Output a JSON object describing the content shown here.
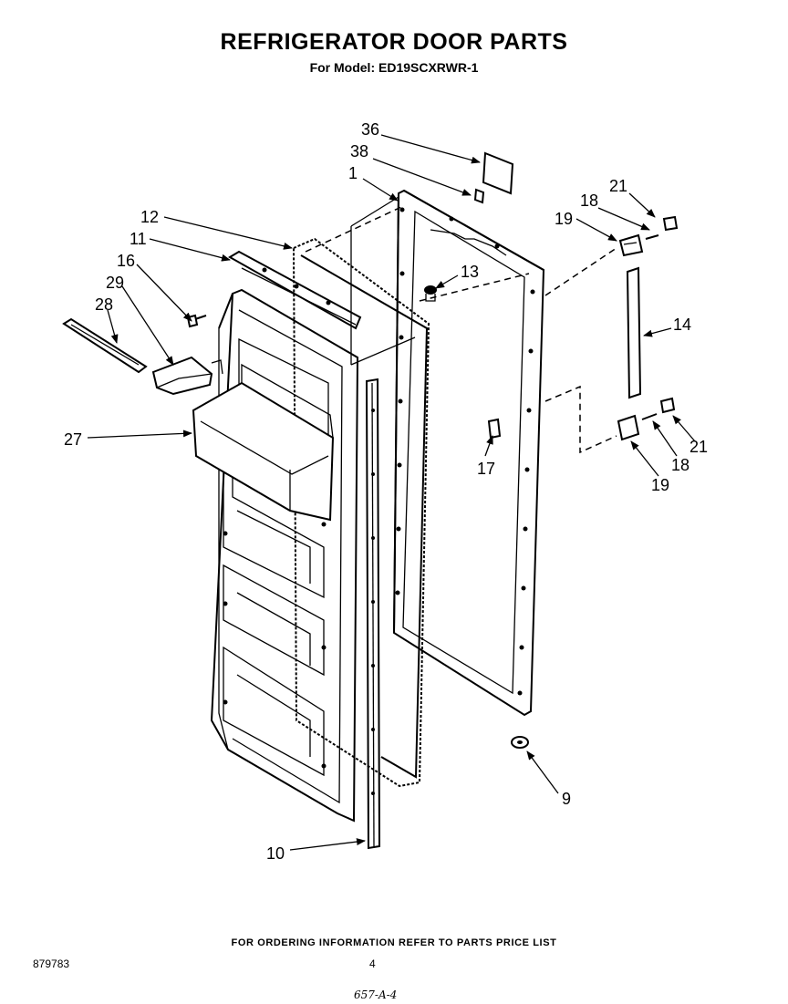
{
  "header": {
    "title": "REFRIGERATOR DOOR PARTS",
    "subtitle": "For Model: ED19SCXRWR-1"
  },
  "callouts": [
    "36",
    "38",
    "1",
    "12",
    "11",
    "16",
    "29",
    "28",
    "27",
    "13",
    "21",
    "18",
    "19",
    "14",
    "17",
    "21",
    "18",
    "19",
    "9",
    "10"
  ],
  "footer": {
    "note": "FOR ORDERING INFORMATION REFER TO PARTS PRICE LIST",
    "code": "879783",
    "page": "4",
    "handwritten": "657-A-4"
  }
}
